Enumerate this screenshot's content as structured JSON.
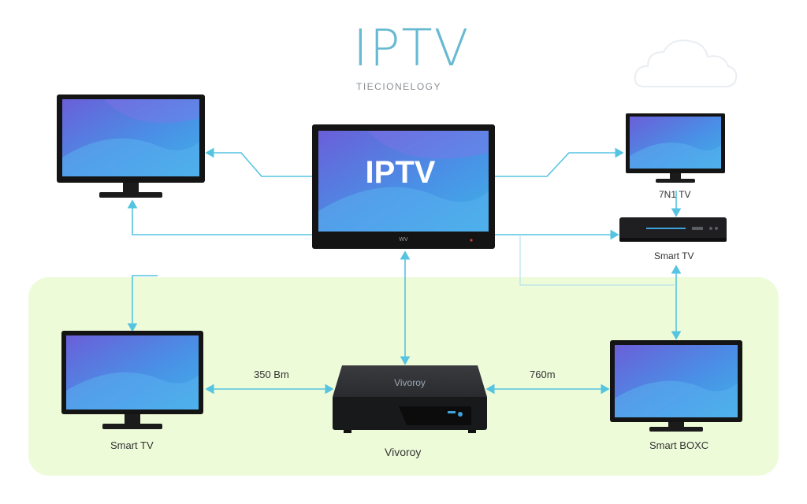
{
  "header": {
    "title": "IPTV",
    "subtitle": "TIECIONELOGY"
  },
  "center_tv": {
    "screen_text": "IPTV",
    "brand": "WV"
  },
  "labels": {
    "top_right_tv": "7N1 TV",
    "top_right_box": "Smart TV",
    "bottom_left_tv": "Smart TV",
    "bottom_right_tv": "Smart BOXC",
    "center_box_caption": "Vivoroy",
    "center_box_brand": "Vivoroy",
    "left_distance": "350 Bm",
    "right_distance": "760m"
  },
  "colors": {
    "wire": "#55c4e0",
    "green_zone": "#eefbd9",
    "bezel": "#141414",
    "screen_a": "#5c62d6",
    "screen_b": "#3f9ee3"
  },
  "icons": [
    "cloud-icon",
    "tv-icon",
    "set-top-box-icon"
  ]
}
